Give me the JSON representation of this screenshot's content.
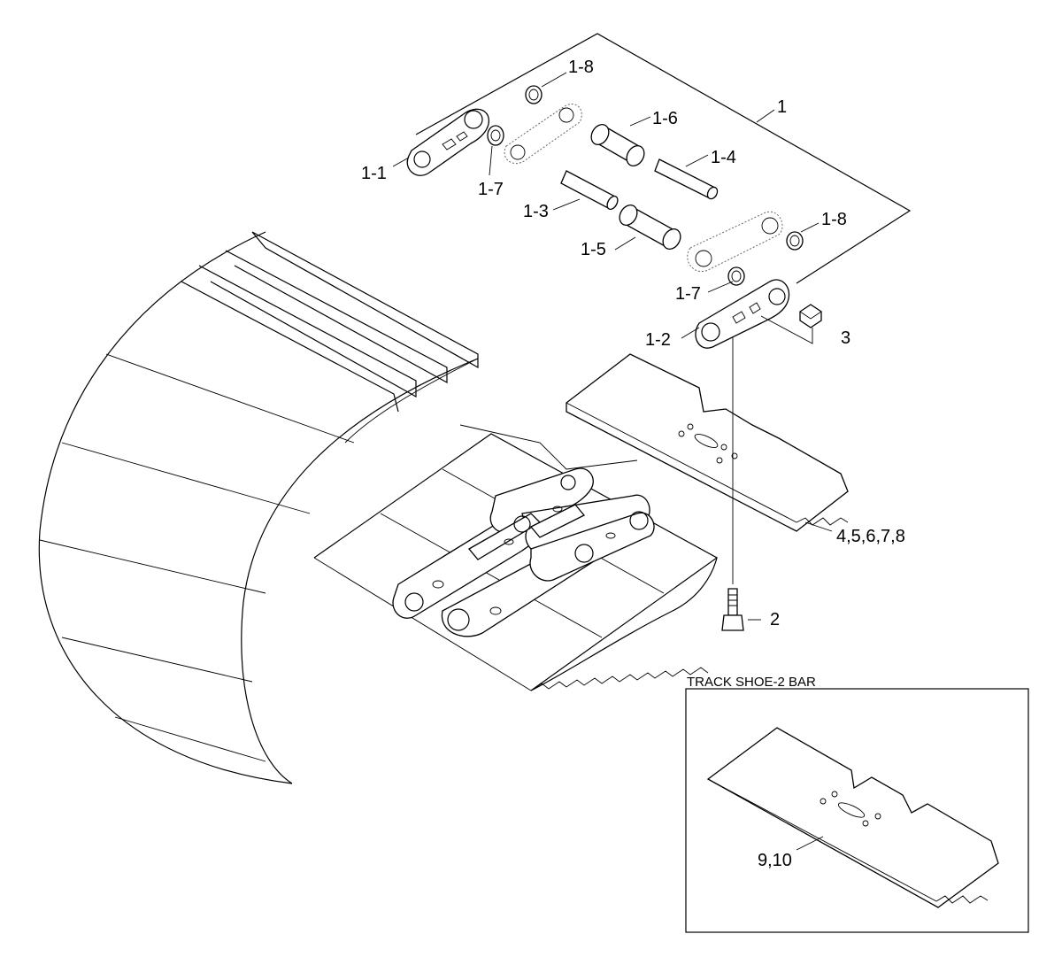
{
  "labels": {
    "l1": "1",
    "l1_1": "1-1",
    "l1_2": "1-2",
    "l1_3": "1-3",
    "l1_4": "1-4",
    "l1_5": "1-5",
    "l1_6": "1-6",
    "l1_7a": "1-7",
    "l1_7b": "1-7",
    "l1_8a": "1-8",
    "l1_8b": "1-8",
    "l2": "2",
    "l3": "3",
    "l4": "4,5,6,7,8",
    "l9": "9,10"
  },
  "inset": {
    "title": "TRACK SHOE-2 BAR"
  }
}
